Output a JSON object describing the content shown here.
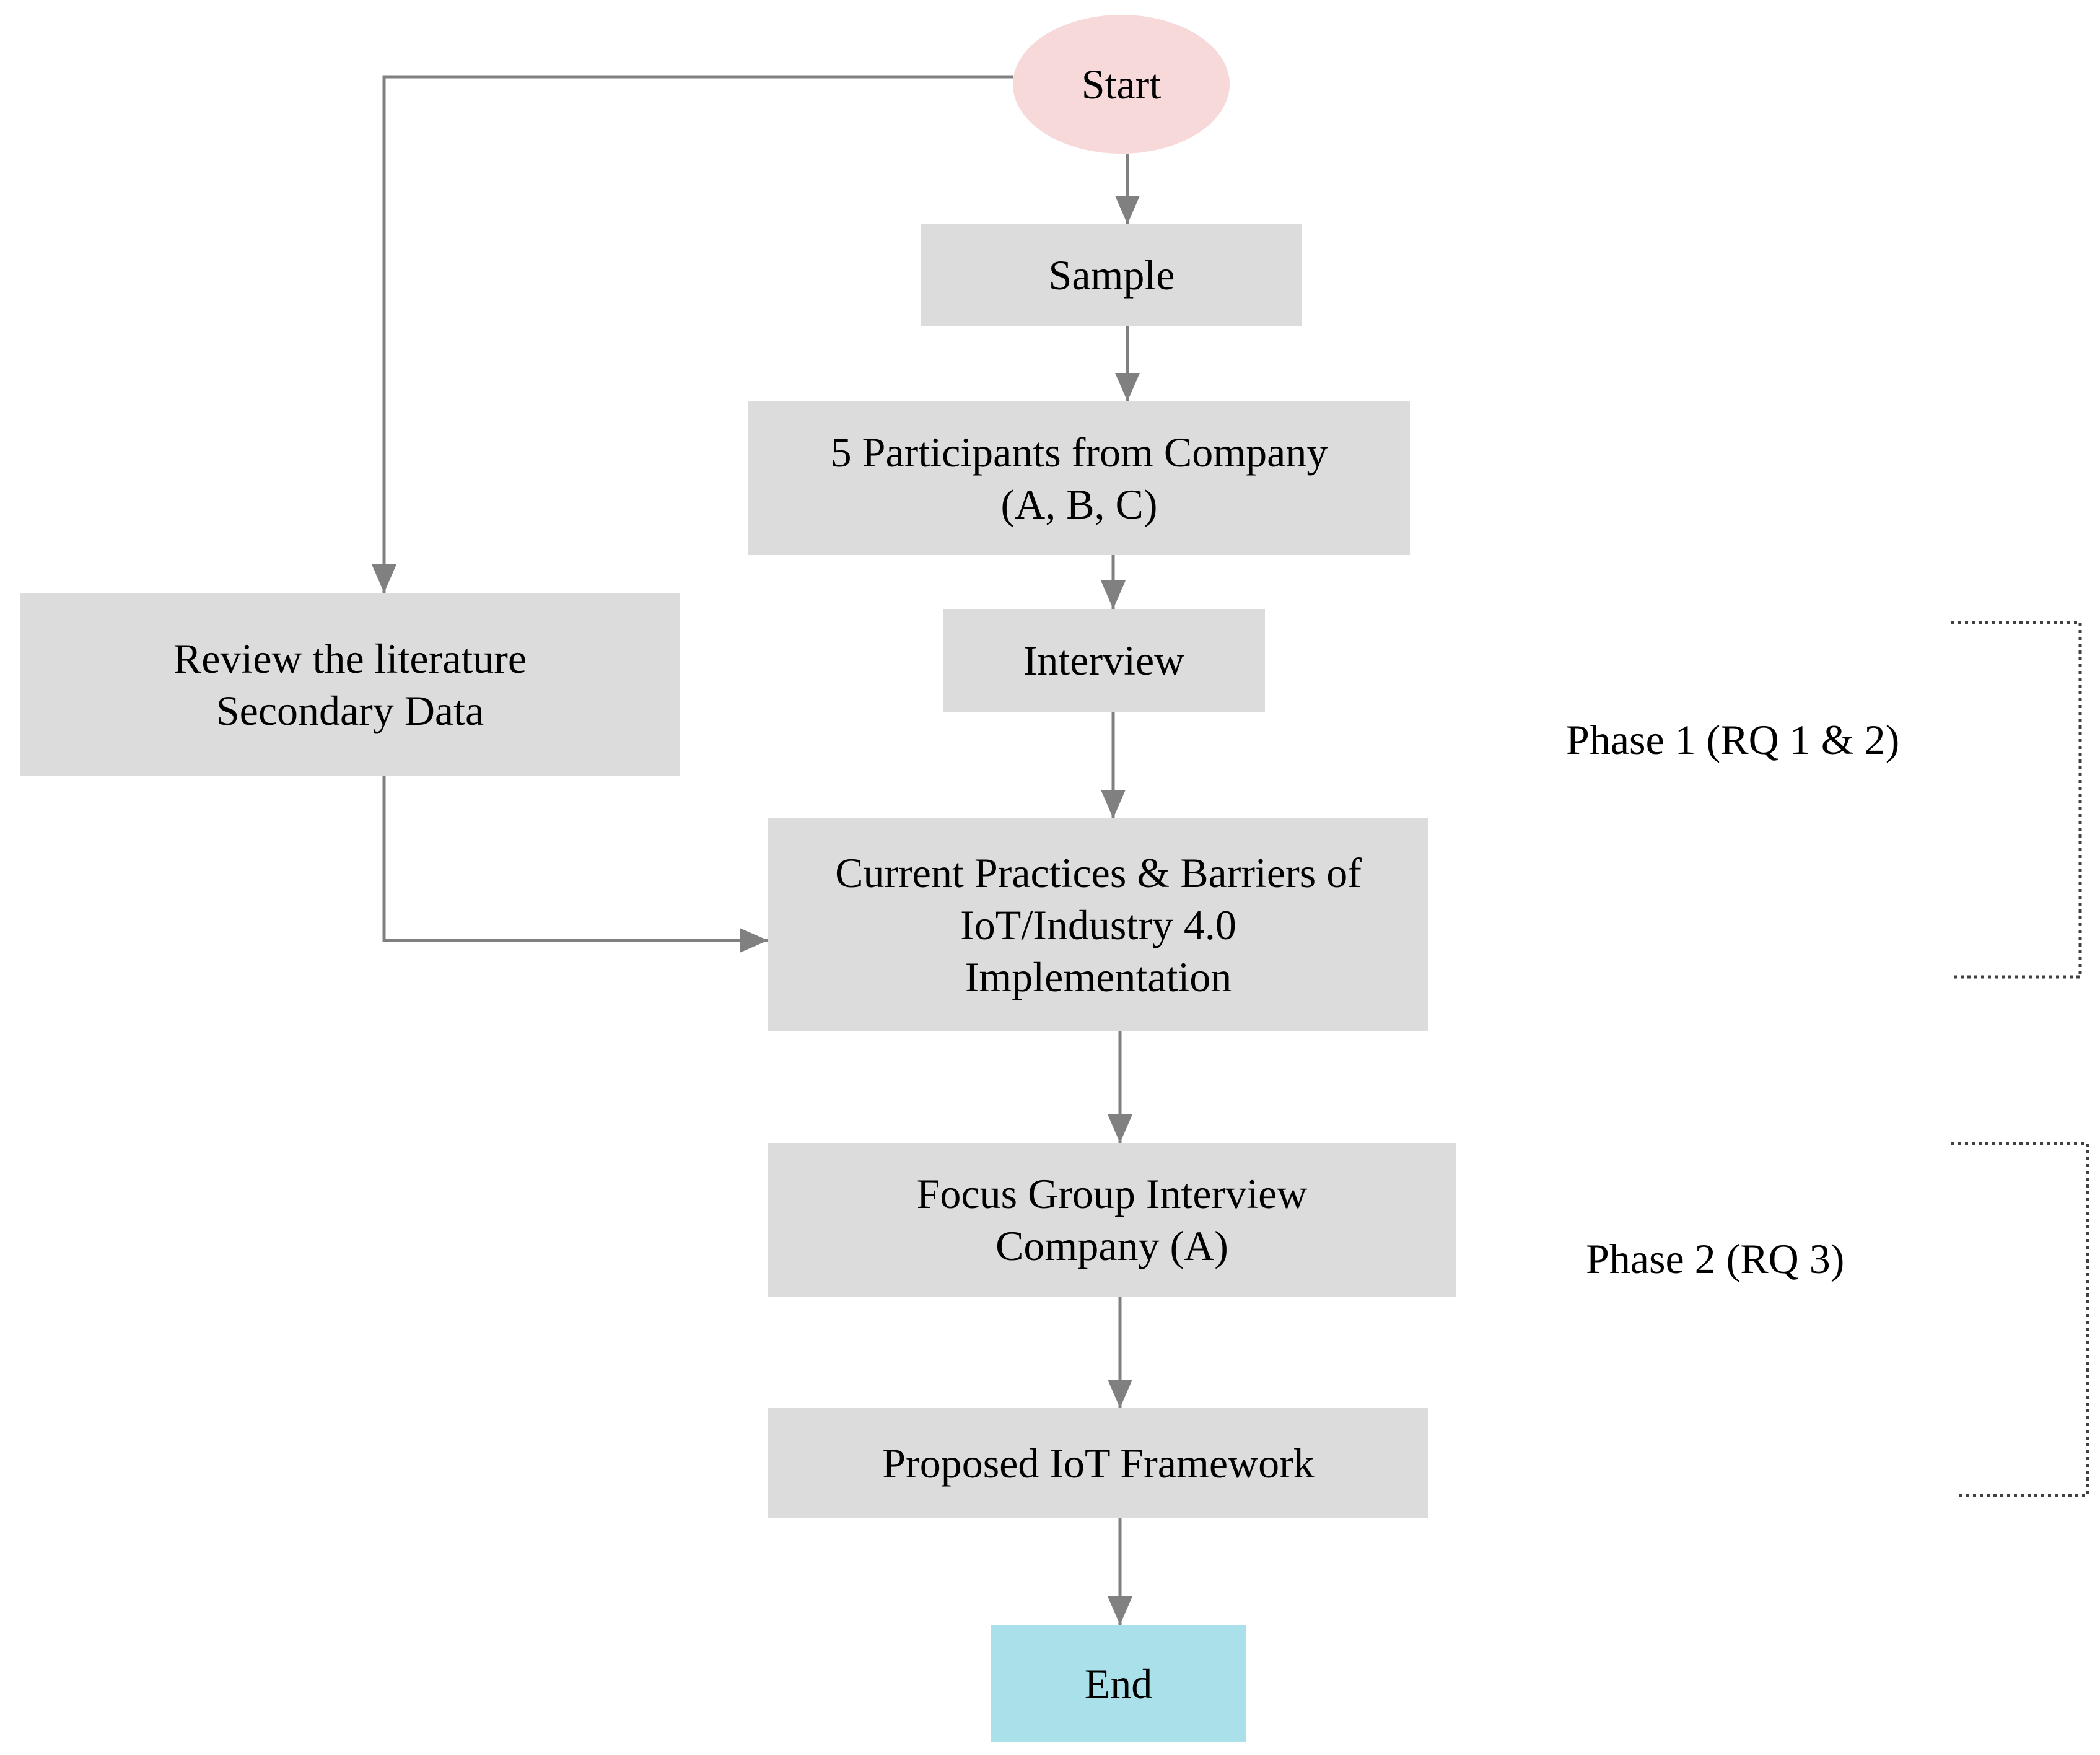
{
  "colors": {
    "process_fill": "#dcdcdc",
    "start_fill": "#f7d9da",
    "end_fill": "#a9e0ea",
    "connector": "#808080",
    "bracket": "#404040"
  },
  "nodes": {
    "start": {
      "label": "Start",
      "shape": "oval"
    },
    "sample": {
      "label": "Sample"
    },
    "participants": {
      "line1": "5 Participants from Company",
      "line2": "(A, B, C)"
    },
    "interview": {
      "label": "Interview"
    },
    "literature": {
      "line1": "Review the literature",
      "line2": "Secondary Data"
    },
    "current_practices": {
      "line1": "Current Practices & Barriers of",
      "line2": "IoT/Industry 4.0",
      "line3": "Implementation"
    },
    "focus_group": {
      "line1": "Focus Group Interview",
      "line2": "Company (A)"
    },
    "framework": {
      "label": "Proposed IoT Framework"
    },
    "end": {
      "label": "End"
    }
  },
  "phases": {
    "phase1": {
      "label": "Phase 1 (RQ 1 & 2)"
    },
    "phase2": {
      "label": "Phase 2 (RQ 3)"
    }
  },
  "edges": [
    {
      "from": "start",
      "to": "sample"
    },
    {
      "from": "start",
      "to": "literature"
    },
    {
      "from": "sample",
      "to": "participants"
    },
    {
      "from": "participants",
      "to": "interview"
    },
    {
      "from": "interview",
      "to": "current_practices"
    },
    {
      "from": "literature",
      "to": "current_practices"
    },
    {
      "from": "current_practices",
      "to": "focus_group"
    },
    {
      "from": "focus_group",
      "to": "framework"
    },
    {
      "from": "framework",
      "to": "end"
    }
  ]
}
